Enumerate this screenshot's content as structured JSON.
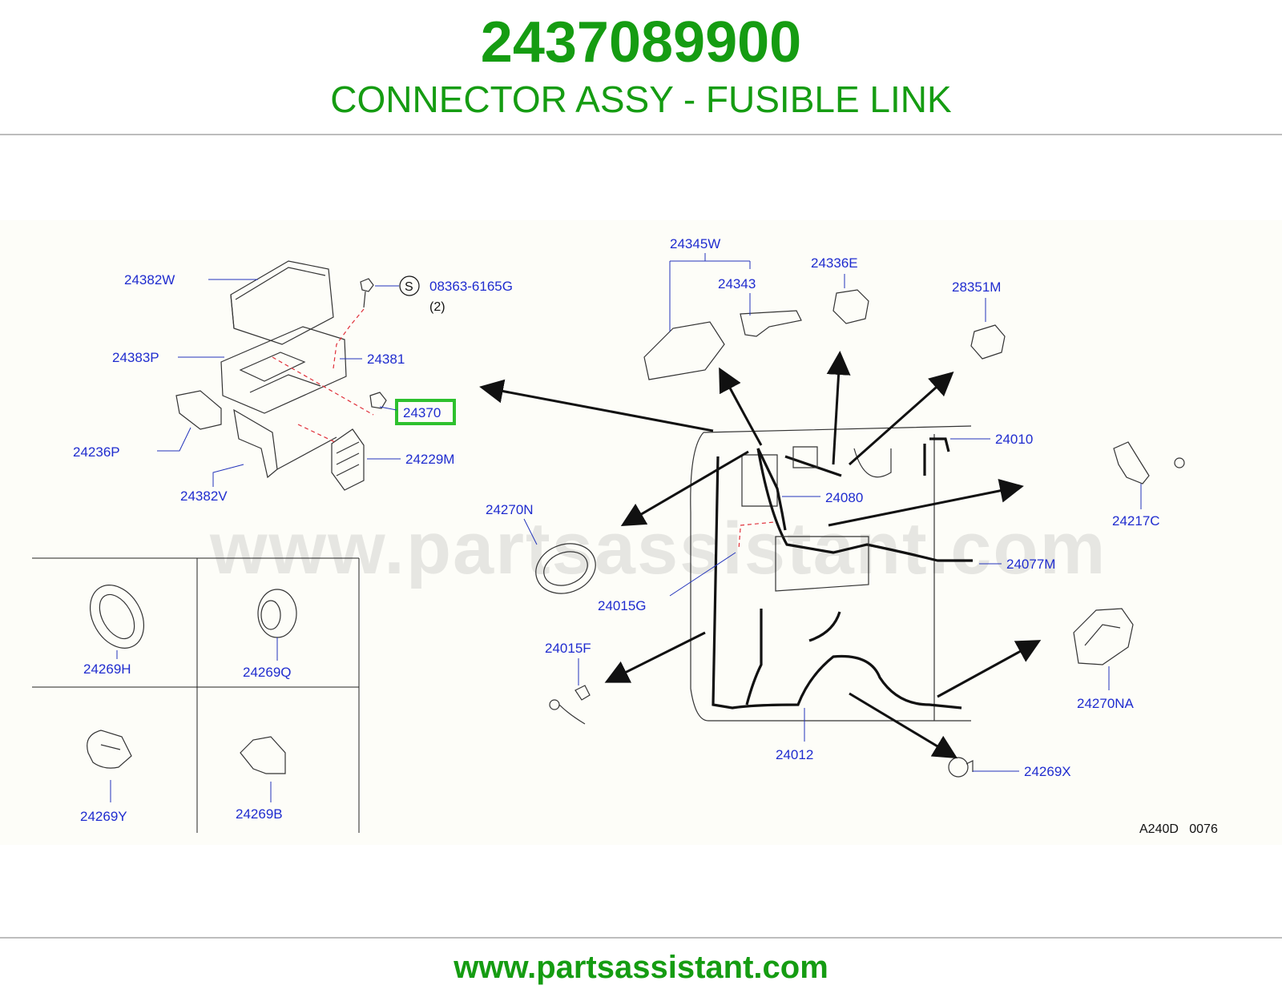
{
  "header": {
    "part_number": "2437089900",
    "description": "CONNECTOR ASSY - FUSIBLE LINK"
  },
  "watermark": "www.partsassistant.com",
  "footer": {
    "url": "www.partsassistant.com"
  },
  "diagram": {
    "code": "A240D   0076",
    "highlight_color": "#2ec12e",
    "labels": {
      "p24382W": "24382W",
      "p08363": "08363-6165G",
      "p08363_qty": "(2)",
      "p08363_symbol": "S",
      "p24383P": "24383P",
      "p24381": "24381",
      "p24370": "24370",
      "p24236P": "24236P",
      "p24229M": "24229M",
      "p24382V": "24382V",
      "p24269H": "24269H",
      "p24269Q": "24269Q",
      "p24269Y": "24269Y",
      "p24269B": "24269B",
      "p24345W": "24345W",
      "p24343": "24343",
      "p24336E": "24336E",
      "p28351M": "28351M",
      "p24010": "24010",
      "p24080": "24080",
      "p24217C": "24217C",
      "p24270N": "24270N",
      "p24077M": "24077M",
      "p24015G": "24015G",
      "p24015F": "24015F",
      "p24270NA": "24270NA",
      "p24012": "24012",
      "p24269X": "24269X"
    }
  }
}
